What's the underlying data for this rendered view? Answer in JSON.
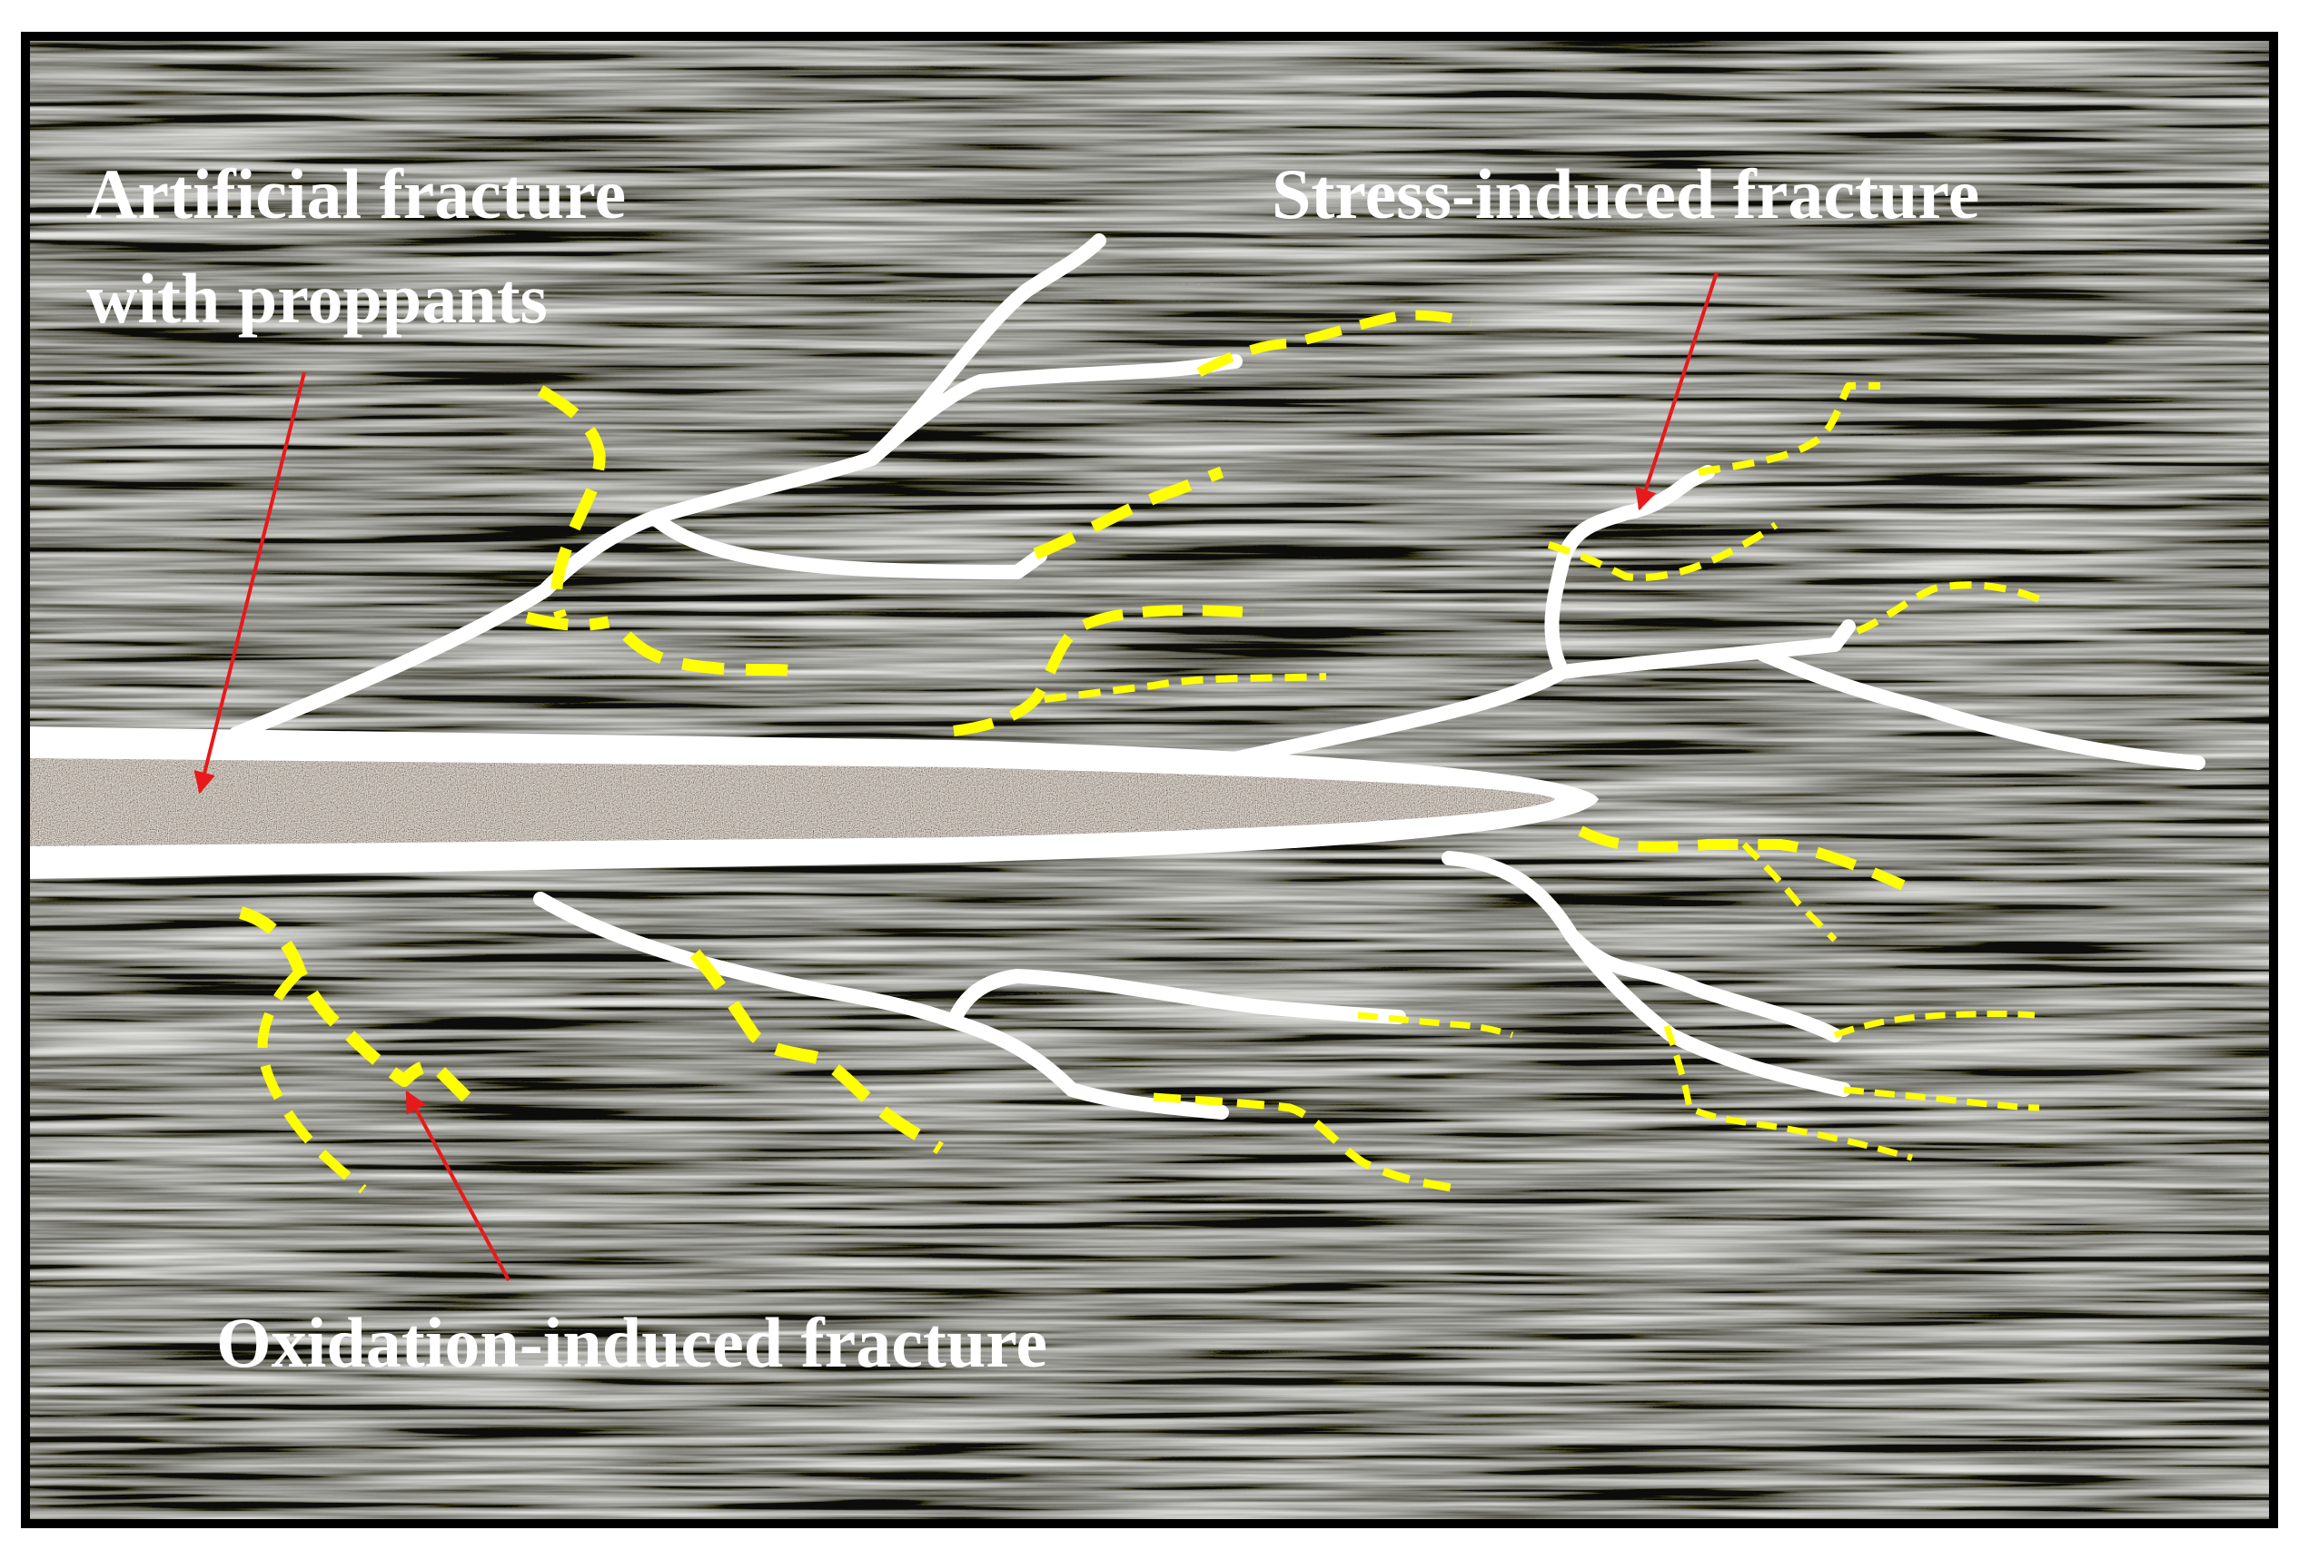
{
  "labels": {
    "artificial_line1": "Artificial fracture",
    "artificial_line2": "with proppants",
    "stress": "Stress-induced fracture",
    "oxidation": "Oxidation-induced fracture"
  },
  "colors": {
    "rock": "#4c4c4a",
    "rock_dark": "#222220",
    "rock_light": "#8f8d87",
    "fracture": "#ffffff",
    "proppant": "#b7aca0",
    "stress_fracture": "#ffff00",
    "arrow": "#e8191a",
    "border": "#000000"
  }
}
